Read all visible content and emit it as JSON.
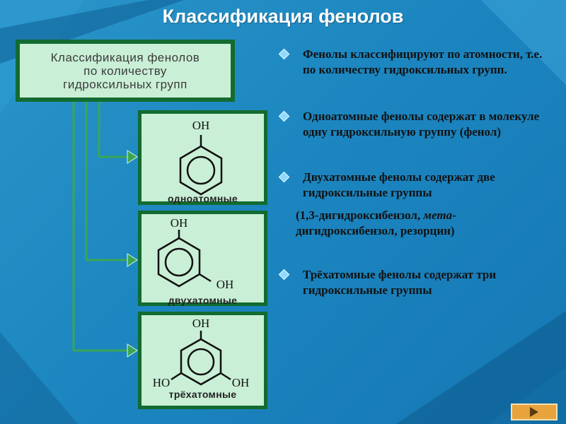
{
  "title": "Классификация фенолов",
  "classification_box": {
    "lines": [
      "Классификация фенолов",
      "по количеству",
      "гидроксильных групп"
    ]
  },
  "cards": [
    {
      "label": "одноатомные",
      "oh_labels": [
        "OH"
      ]
    },
    {
      "label": "двухатомные",
      "oh_labels": [
        "OH",
        "OH"
      ]
    },
    {
      "label": "трёхатомные",
      "oh_labels": [
        "OH",
        "HO",
        "OH"
      ]
    }
  ],
  "bullets": [
    {
      "text": "Фенолы классифицируют по атомности, т.е. по количеству гидроксильных групп."
    },
    {
      "text": "Одноатомные фенолы содержат в молекуле одну гидроксильную группу (фенол)"
    },
    {
      "text": "Двухатомные фенолы содержат две гидроксильные группы"
    },
    {
      "text": "Трёхатомные фенолы содержат три гидроксильные группы"
    }
  ],
  "resorcinol_note": {
    "part1": "(1,3-дигидроксибензол, ",
    "italic": "мета",
    "part2": "-дигидроксибензол, резорцин)"
  },
  "colors": {
    "background": "#1c86c0",
    "box_fill": "#c9efd6",
    "box_border": "#126b30",
    "arrow": "#3aa655",
    "bullet_marker": "#8fd9ff",
    "nav_button": "#e8a33c"
  },
  "icons": {
    "bullet": "diamond-bullet-icon",
    "nav": "next-slide-arrow-icon"
  }
}
